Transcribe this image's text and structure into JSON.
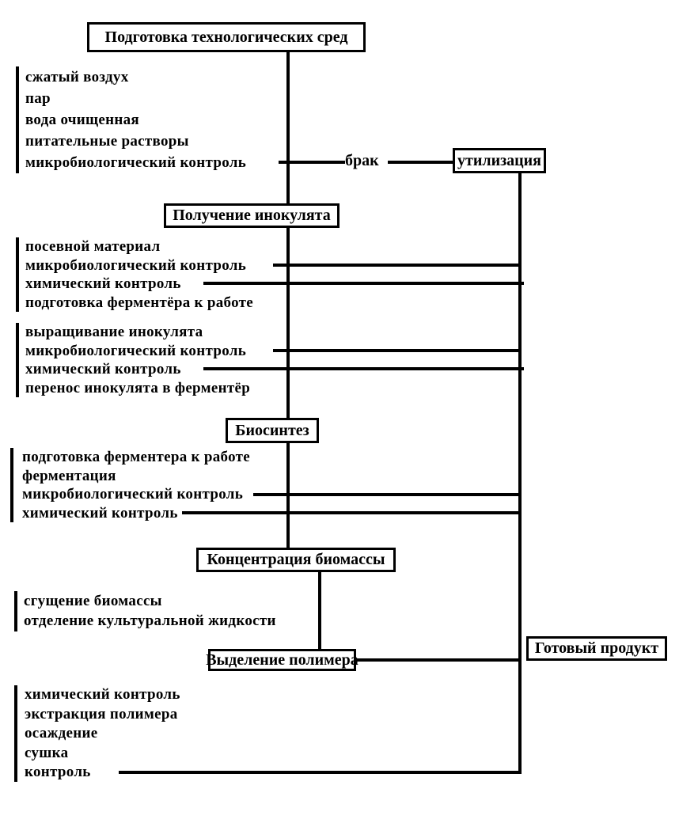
{
  "diagram": {
    "boxes": {
      "preparation": "Подготовка технологических сред",
      "inoculum": "Получение инокулята",
      "biosynthesis": "Биосинтез",
      "concentration": "Концентрация биомассы",
      "isolation": "Выделение полимера",
      "utilization": "утилизация",
      "product": "Готовый продукт"
    },
    "labels": {
      "reject": "брак"
    },
    "lists": {
      "media": [
        "сжатый воздух",
        "пар",
        "вода очищенная",
        "питательные растворы",
        "микробиологический контроль"
      ],
      "inoculum_prep": [
        "посевной материал",
        "микробиологический контроль",
        "химический контроль",
        "подготовка ферментёра к работе"
      ],
      "inoculum_grow": [
        "выращивание инокулята",
        "микробиологический контроль",
        "химический контроль",
        "перенос инокулята в ферментёр"
      ],
      "biosynthesis_steps": [
        "подготовка ферментера к работе",
        "ферментация",
        "микробиологический контроль",
        "химический контроль"
      ],
      "concentration_steps": [
        "сгущение биомассы",
        "отделение культуральной жидкости"
      ],
      "isolation_steps": [
        "химический контроль",
        "экстракция полимера",
        "осаждение",
        "сушка",
        "контроль"
      ]
    },
    "colors": {
      "line": "#000000",
      "text": "#000000",
      "background": "#ffffff"
    }
  }
}
